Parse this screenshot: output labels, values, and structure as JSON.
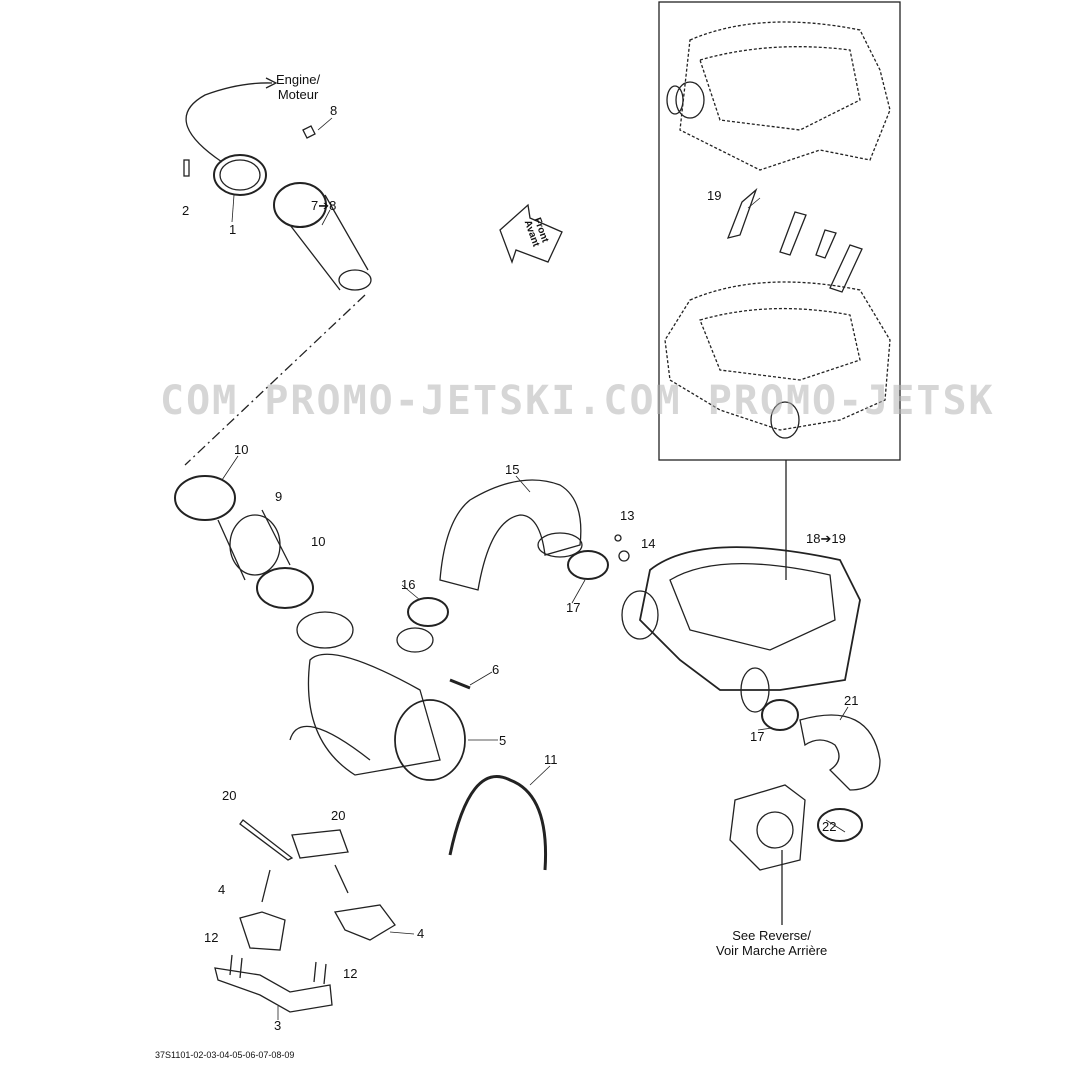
{
  "notes": {
    "engine_line1": "Engine/",
    "engine_line2": "Moteur",
    "front_line1": "Front",
    "front_line2": "Avant",
    "reverse_line1": "See Reverse/",
    "reverse_line2": "Voir Marche Arrière"
  },
  "callouts": [
    "8",
    "2",
    "1",
    "7➔8",
    "19",
    "10",
    "9",
    "10",
    "15",
    "13",
    "14",
    "18➔19",
    "16",
    "17",
    "6",
    "5",
    "17",
    "21",
    "11",
    "20",
    "20",
    "22",
    "4",
    "4",
    "12",
    "12",
    "3"
  ],
  "watermark": "COM PROMO-JETSKI.COM PROMO-JETSK",
  "drawing_code": "37S1101-02-03-04-05-06-07-08-09"
}
